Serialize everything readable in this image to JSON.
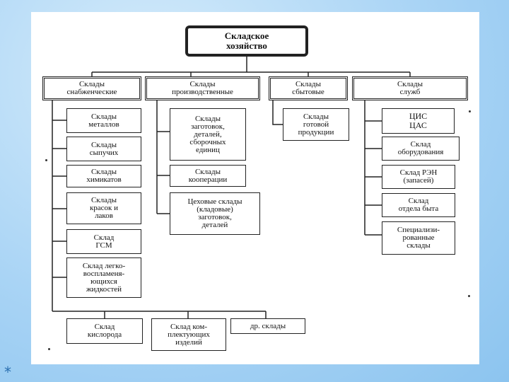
{
  "diagram": {
    "root": "Складское\nхозяйство",
    "categories": [
      "Склады\nснабженческие",
      "Склады\nпроизводственные",
      "Склады\nсбытовые",
      "Склады\nслужб"
    ],
    "supply": [
      "Склады\nметаллов",
      "Склады\nсыпучих",
      "Склады\nхимикатов",
      "Склады\nкрасок и\nлаков",
      "Склад\nГСМ",
      "Склад легко-\nвоспламеня-\nющихся\nжидкостей"
    ],
    "supply_bottom": [
      "Склад\nкислорода",
      "Склад ком-\nплектующих\nизделий",
      "др. склады"
    ],
    "production": [
      "Склады\nзаготовок,\nдеталей,\nсборочных\nединиц",
      "Склады\nкооперации",
      "Цеховые склады\n(кладовые)\nзаготовок,\nдеталей"
    ],
    "sales": [
      "Склады\nготовой\nпродукции"
    ],
    "services": [
      "ЦИС\nЦАС",
      "Склад\nоборудования",
      "Склад РЭН\n(запасей)",
      "Склад\nотдела быта",
      "Специализи-\nрованные\nсклады"
    ]
  }
}
